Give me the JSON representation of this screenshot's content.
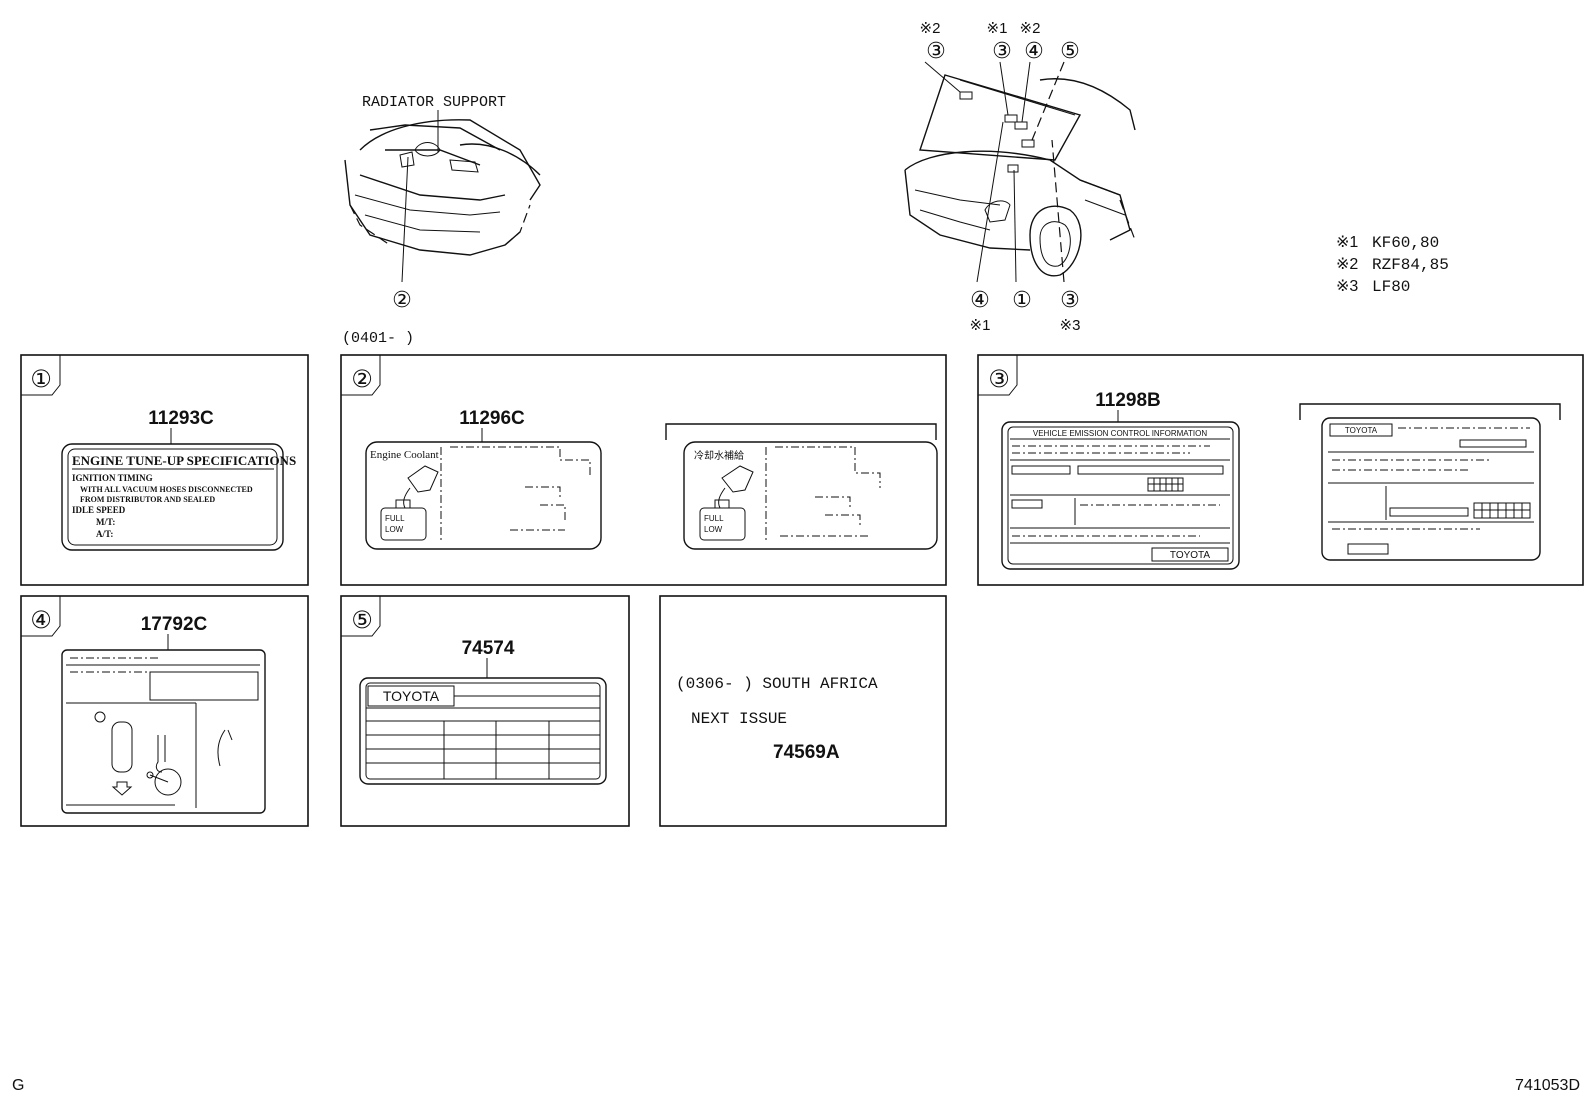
{
  "notes": {
    "radiator_support": "RADIATOR SUPPORT",
    "date_0401": "(0401-      )",
    "date_0306": "(0306-     ) SOUTH AFRICA",
    "next_issue": "NEXT ISSUE",
    "next_part": "74569A",
    "corner_left": "G",
    "corner_right": "741053D"
  },
  "callouts": {
    "c1": "①",
    "c2": "②",
    "c3": "③",
    "c4": "④",
    "c5": "⑤",
    "m1": "※1",
    "m2": "※2",
    "m3": "※3"
  },
  "legend": [
    {
      "mark": "※1",
      "text": "KF60,80"
    },
    {
      "mark": "※2",
      "text": "RZF84,85"
    },
    {
      "mark": "※3",
      "text": "LF80"
    }
  ],
  "parts": {
    "p1": "11293C",
    "p2": "11296C",
    "p3": "11298B",
    "p4": "17792C",
    "p5": "74574"
  },
  "labels": {
    "tune_title": "ENGINE TUNE-UP SPECIFICATIONS",
    "tune_l1": "IGNITION TIMING",
    "tune_l2": "WITH ALL VACUUM HOSES DISCONNECTED",
    "tune_l3": "FROM DISTRIBUTOR AND SEALED",
    "tune_l4": "IDLE SPEED",
    "tune_l5": "M/T:",
    "tune_l6": "A/T:",
    "coolant": "Engine Coolant",
    "coolant_jp": "冷却水補給",
    "full": "FULL",
    "low": "LOW",
    "emission_title": "VEHICLE EMISSION CONTROL INFORMATION",
    "toyota": "TOYOTA"
  }
}
